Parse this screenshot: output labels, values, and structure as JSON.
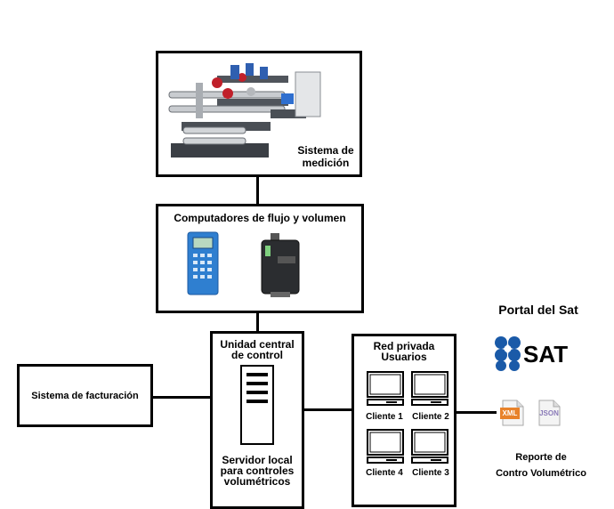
{
  "nodes": {
    "measurement": {
      "label_line1": "Sistema de",
      "label_line2": "medición"
    },
    "flow_computers": {
      "label": "Computadores de flujo y volumen"
    },
    "central_unit": {
      "title_line1": "Unidad central",
      "title_line2": "de control",
      "server_line1": "Servidor local",
      "server_line2": "para controles",
      "server_line3": "volumétricos"
    },
    "billing": {
      "label": "Sistema de facturación"
    },
    "private_network": {
      "title_line1": "Red privada",
      "title_line2": "Usuarios",
      "clients": [
        "Cliente 1",
        "Cliente 2",
        "Cliente 4",
        "Cliente 3"
      ]
    },
    "portal": {
      "title": "Portal del Sat",
      "logo_text": "SAT",
      "file_xml": "XML",
      "file_json": "JSON",
      "report_line1": "Reporte de",
      "report_line2": "Contro Volumétrico"
    }
  },
  "colors": {
    "line": "#000000",
    "sat_blue": "#1a5aa8",
    "xml_orange": "#e8822a",
    "json_purple": "#8a7ab8",
    "device_blue": "#2f7fd0"
  }
}
